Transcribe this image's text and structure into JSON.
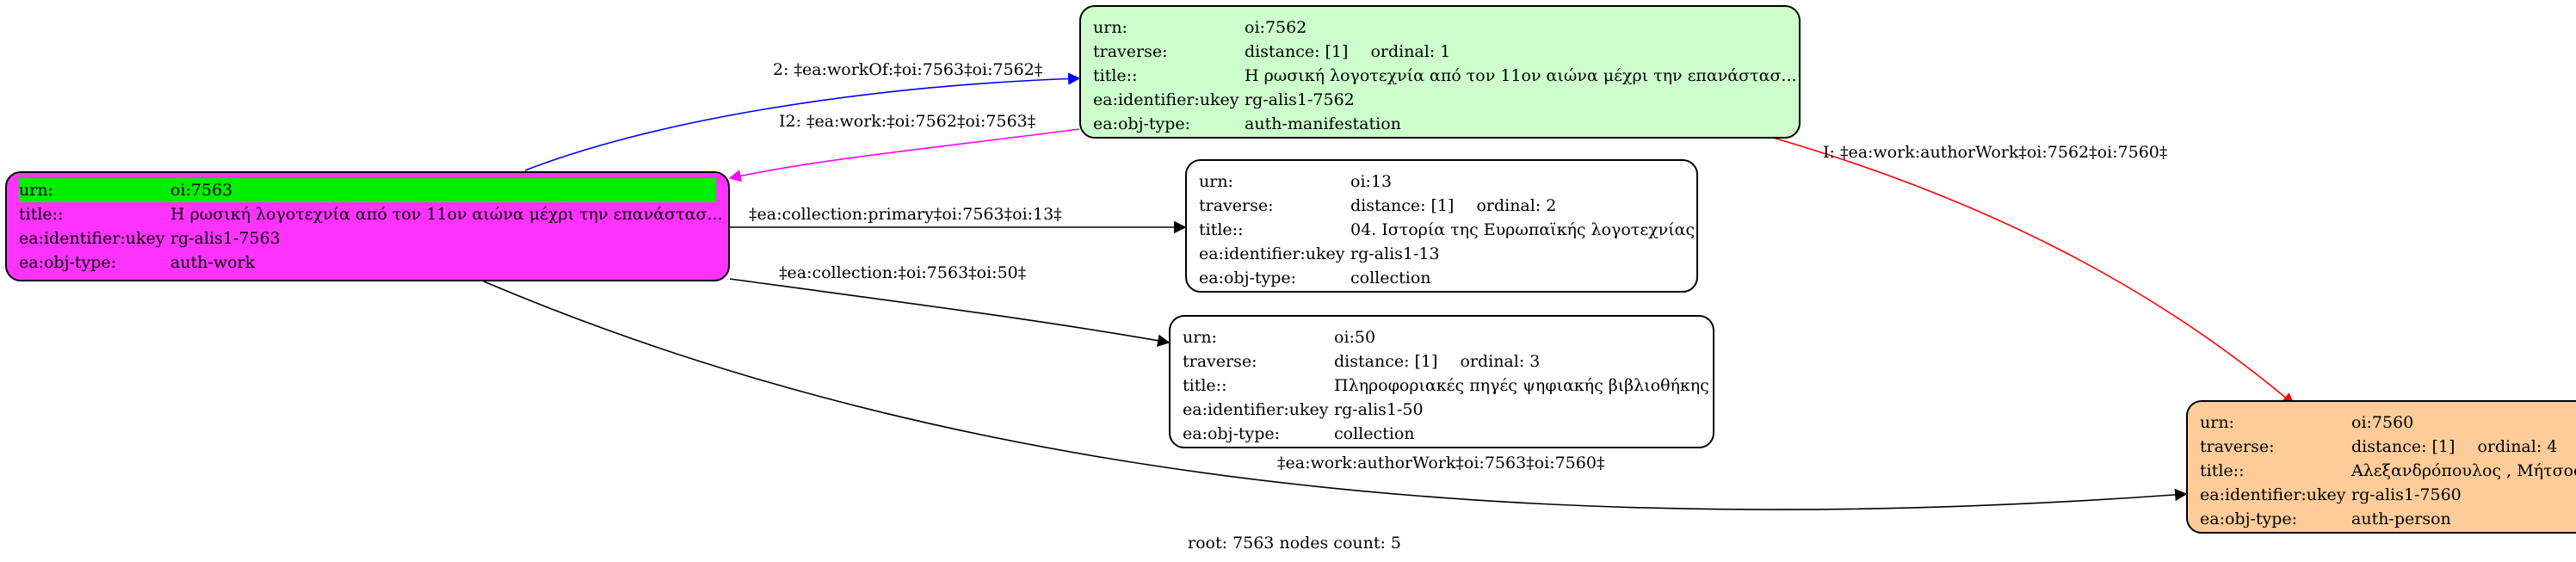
{
  "nodes": {
    "n7563": {
      "color": "#ff33ff",
      "rows": [
        {
          "key": "urn:",
          "value": "oi:7563"
        },
        {
          "key": "title::",
          "value": "Η ρωσική λογοτεχνία από τον 11ον αιώνα μέχρι την επανάστασ..."
        },
        {
          "key": "ea:identifier:ukey",
          "value": "rg-alis1-7563"
        },
        {
          "key": "ea:obj-type:",
          "value": "auth-work"
        }
      ]
    },
    "n7562": {
      "color": "#ccffcc",
      "urn": "oi:7562",
      "traverse": {
        "distance": "distance: [1]",
        "ordinal": "ordinal: 1"
      },
      "title": "Η ρωσική λογοτεχνία από τον 11ον αιώνα μέχρι την επανάστασ...",
      "ukey": "rg-alis1-7562",
      "objtype": "auth-manifestation"
    },
    "n13": {
      "color": "#ffffff",
      "urn": "oi:13",
      "traverse": {
        "distance": "distance: [1]",
        "ordinal": "ordinal: 2"
      },
      "title": "04. Ιστορία της Ευρωπαϊκής λογοτεχνίας",
      "ukey": "rg-alis1-13",
      "objtype": "collection"
    },
    "n50": {
      "color": "#ffffff",
      "urn": "oi:50",
      "traverse": {
        "distance": "distance: [1]",
        "ordinal": "ordinal: 3"
      },
      "title": "Πληροφοριακές πηγές ψηφιακής βιβλιοθήκης",
      "ukey": "rg-alis1-50",
      "objtype": "collection"
    },
    "n7560": {
      "color": "#ffcc99",
      "urn": "oi:7560",
      "traverse": {
        "distance": "distance: [1]",
        "ordinal": "ordinal: 4"
      },
      "title": "Αλεξανδρόπουλος , Μήτσος",
      "ukey": "rg-alis1-7560",
      "objtype": "auth-person"
    }
  },
  "keys": {
    "urn": "urn:",
    "traverse": "traverse:",
    "title": "title::",
    "ukey": "ea:identifier:ukey",
    "objtype": "ea:obj-type:"
  },
  "edges": [
    {
      "id": "e-workof",
      "label": "2: ‡ea:workOf:‡oi:7563‡oi:7562‡",
      "color": "#0000ff"
    },
    {
      "id": "e-work",
      "label": "I2: ‡ea:work:‡oi:7562‡oi:7563‡",
      "color": "#ff00ff"
    },
    {
      "id": "e-coll-primary",
      "label": "‡ea:collection:primary‡oi:7563‡oi:13‡",
      "color": "#000000"
    },
    {
      "id": "e-coll",
      "label": "‡ea:collection:‡oi:7563‡oi:50‡",
      "color": "#000000"
    },
    {
      "id": "e-author-inv",
      "label": "I: ‡ea:work:authorWork‡oi:7562‡oi:7560‡",
      "color": "#ff0000"
    },
    {
      "id": "e-author",
      "label": "‡ea:work:authorWork‡oi:7563‡oi:7560‡",
      "color": "#000000"
    }
  ],
  "footer": "root: 7563 nodes count: 5"
}
